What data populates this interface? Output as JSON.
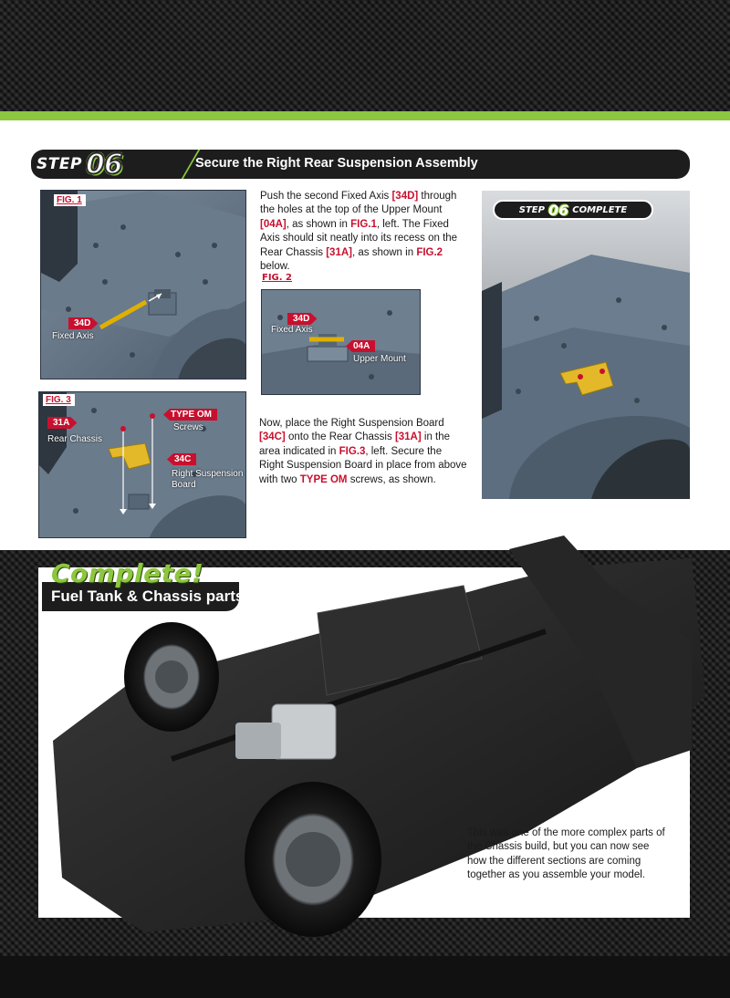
{
  "step": {
    "word": "STEP",
    "number": "06",
    "title": "Secure the Right Rear Suspension Assembly"
  },
  "fig1": {
    "label": "FIG. 1",
    "tag": "34D",
    "tag_caption": "Fixed Axis"
  },
  "fig2": {
    "label": "FIG. 2",
    "tag1": "34D",
    "tag1_caption": "Fixed Axis",
    "tag2": "04A",
    "tag2_caption": "Upper Mount"
  },
  "fig3": {
    "label": "FIG. 3",
    "tag1": "31A",
    "tag1_caption": "Rear Chassis",
    "tag2": "TYPE OM",
    "tag2_caption": "Screws",
    "tag3": "34C",
    "tag3_caption_1": "Right Suspension",
    "tag3_caption_2": "Board"
  },
  "paragraph1": {
    "t1": "Push the second Fixed Axis ",
    "r1": "[34D]",
    "t2": " through the holes at the top of the Upper Mount ",
    "r2": "[04A]",
    "t3": ", as shown in ",
    "r3": "FIG.1",
    "t4": ", left. The Fixed Axis should sit neatly into its recess on the Rear Chassis ",
    "r4": "[31A]",
    "t5": ", as shown in ",
    "r5": "FIG.2",
    "t6": " below."
  },
  "paragraph2": {
    "t1": "Now, place the Right Suspension Board ",
    "r1": "[34C]",
    "t2": " onto the Rear Chassis ",
    "r2": "[31A]",
    "t3": " in the area indicated in ",
    "r3": "FIG.3",
    "t4": ", left. Secure the Right Suspension Board in place from above with two ",
    "r4": "TYPE OM",
    "t5": " screws, as shown."
  },
  "complete_badge": {
    "word1": "STEP",
    "number": "06",
    "word2": "COMPLETE"
  },
  "complete": {
    "title": "Complete!",
    "subtitle": "Fuel Tank & Chassis parts",
    "closing": "This was one of the more complex parts of the Chassis build, but you can now see how the different sections are coming together as you assemble your model."
  },
  "colors": {
    "accent_green": "#8dc63f",
    "label_red": "#c8102e",
    "dark": "#1d1d1d"
  }
}
